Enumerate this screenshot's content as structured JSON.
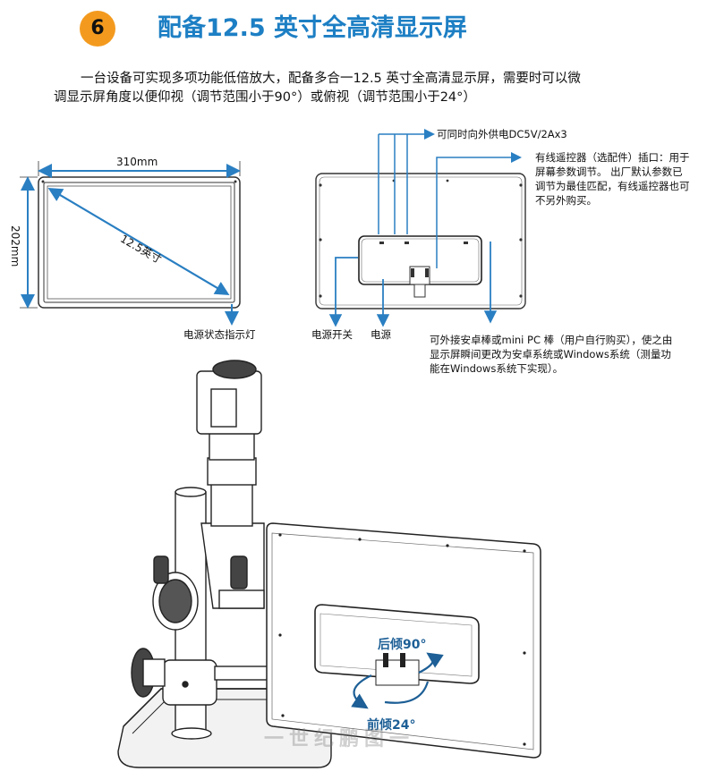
{
  "header": {
    "section_number": "6",
    "title": "配备12.5 英寸全高清显示屏"
  },
  "intro": {
    "line1": "一台设备可实现多项功能低倍放大，配备多合一12.5 英寸全高清显示屏，需要时可以微",
    "line2": "调显示屏角度以便仰视（调节范围小于90°）或俯视（调节范围小于24°）"
  },
  "front_view": {
    "width_label": "310mm",
    "height_label": "202mm",
    "diagonal_label": "12.5英寸",
    "indicator_label": "电源状态指示灯"
  },
  "back_view": {
    "usb_label": "可同时向外供电DC5V/2Ax3",
    "remote_label": "有线遥控器（选配件）插口：用于屏幕参数调节。 出厂默认参数已调节为最佳匹配，有线遥控器也可不另外购买。",
    "power_switch_label": "电源开关",
    "power_label": "电源",
    "android_label": "可外接安卓棒或mini PC 棒（用户自行购买），使之由显示屏瞬间更改为安卓系统或Windows系统（测量功能在Windows系统下实现）。"
  },
  "tilt": {
    "back_tilt": "后倾90°",
    "front_tilt": "前倾24°"
  },
  "watermark": "一世纪鹏图一",
  "colors": {
    "accent_blue": "#1d7fc4",
    "badge_orange": "#f39a1e",
    "arrow_blue": "#2a7fc2"
  }
}
